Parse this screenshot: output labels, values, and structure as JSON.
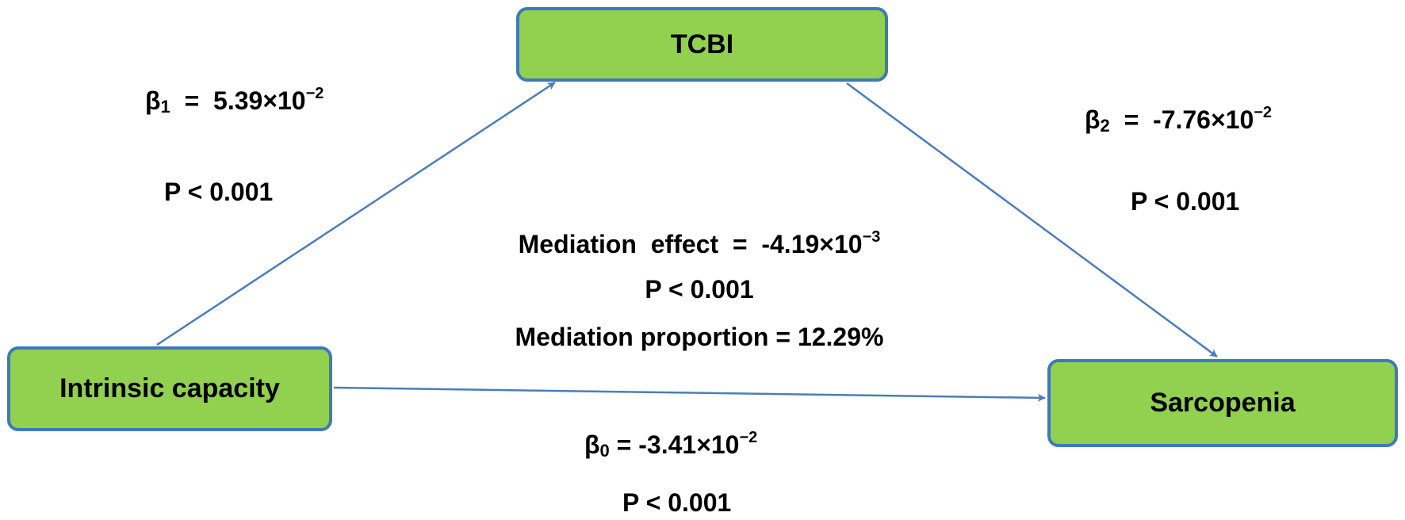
{
  "nodes": {
    "tcbi": "TCBI",
    "intrinsic_capacity": "Intrinsic capacity",
    "sarcopenia": "Sarcopenia"
  },
  "path_a": {
    "symbol": "β",
    "subscript": "1",
    "equals": "=",
    "mantissa": "5.39×10",
    "exponent": "−2",
    "p": "P < 0.001"
  },
  "path_b": {
    "symbol": "β",
    "subscript": "2",
    "equals": "=",
    "mantissa": "-7.76×10",
    "exponent": "−2",
    "p": "P < 0.001"
  },
  "path_c": {
    "symbol": "β",
    "subscript": "0",
    "equals": "=",
    "mantissa": "-3.41×10",
    "exponent": "−2",
    "p": "P < 0.001"
  },
  "mediation": {
    "effect_label": "Mediation  effect  =",
    "effect_mantissa": "-4.19×10",
    "effect_exponent": "−3",
    "p": "P < 0.001",
    "proportion": "Mediation proportion = 12.29%"
  },
  "colors": {
    "node_fill": "#92d050",
    "node_border": "#3e7ab8",
    "arrow": "#4a7ebb"
  }
}
